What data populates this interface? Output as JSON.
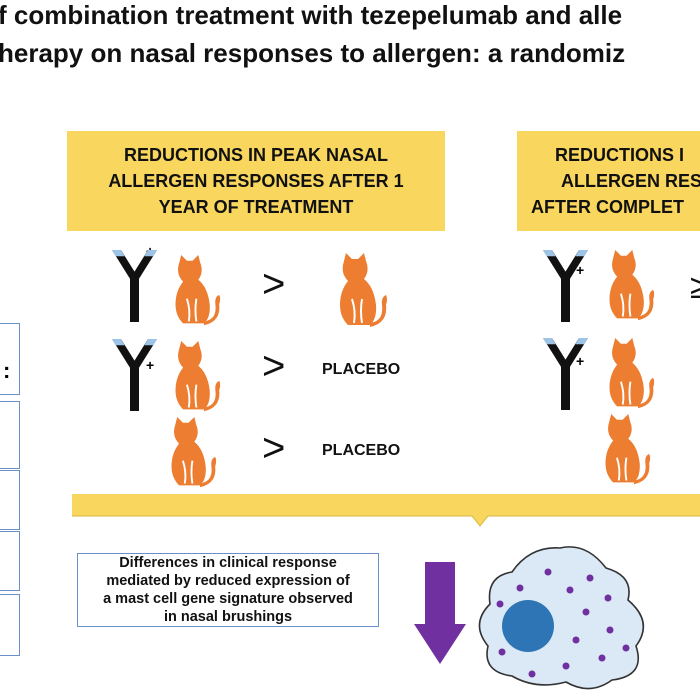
{
  "title": {
    "line1": "f combination treatment with tezepelumab and alle",
    "line2": "herapy on nasal responses to allergen: a randomiz"
  },
  "box_one_year": {
    "line1": "REDUCTIONS IN PEAK NASAL",
    "line2": "ALLERGEN RESPONSES AFTER 1",
    "line3": "YEAR OF TREATMENT"
  },
  "box_after_completion": {
    "line1": "REDUCTIONS I",
    "line2": "ALLERGEN RESP",
    "line3": "AFTER COMPLET"
  },
  "comparisons": [
    {
      "gt": ">",
      "rhs": ""
    },
    {
      "gt": ">",
      "rhs": "PLACEBO"
    },
    {
      "gt": ">",
      "rhs": "PLACEBO"
    }
  ],
  "right_partial": {
    "gt_glyph": "≥"
  },
  "left_partial": {
    "colon": ":"
  },
  "note": {
    "line1": "Differences in clinical response",
    "line2": "mediated by reduced expression of",
    "line3": "a mast cell gene signature observed",
    "line4": "in nasal brushings"
  },
  "antibody_plus": "+",
  "colors": {
    "box_yellow": "#f9d75f",
    "cat_orange": "#ed7d31",
    "antibody_black": "#111111",
    "antibody_tip": "#9dc3e6",
    "arrow_purple": "#7030a0",
    "cell_fill": "#dbe8f5",
    "cell_nucleus": "#2e75b6",
    "granule_purple": "#7030a0",
    "border_blue": "#6b8fc8"
  }
}
